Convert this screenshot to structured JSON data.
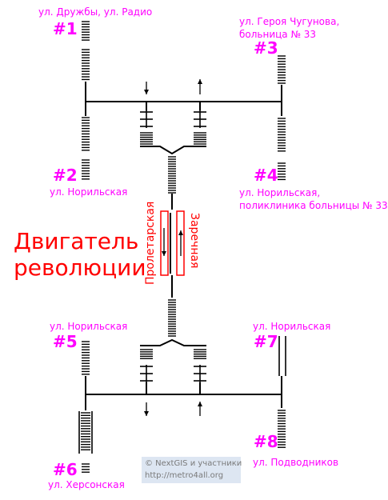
{
  "title": {
    "line1": "Двигатель",
    "line2": "революции"
  },
  "colors": {
    "exit": "#ff00ff",
    "title": "#ff0000",
    "track": "#000000",
    "credit_bg": "#dde6f2",
    "credit_text": "#7a7a7a"
  },
  "tracks": {
    "left": "Пролетарская",
    "right": "Заречная"
  },
  "exits": [
    {
      "num": "#1",
      "label": "ул. Дружбы, ул. Радио"
    },
    {
      "num": "#2",
      "label": "ул. Норильская"
    },
    {
      "num": "#3",
      "label1": "ул. Героя Чугунова,",
      "label2": "больница № 33"
    },
    {
      "num": "#4",
      "label1": "ул. Норильская,",
      "label2": "поликлиника больницы № 33"
    },
    {
      "num": "#5",
      "label": "ул. Норильская"
    },
    {
      "num": "#6",
      "label": "ул. Херсонская"
    },
    {
      "num": "#7",
      "label": "ул. Норильская"
    },
    {
      "num": "#8",
      "label": "ул. Подводников"
    }
  ],
  "credit": {
    "line1": "© NextGIS и участники",
    "line2": "http://metro4all.org"
  }
}
